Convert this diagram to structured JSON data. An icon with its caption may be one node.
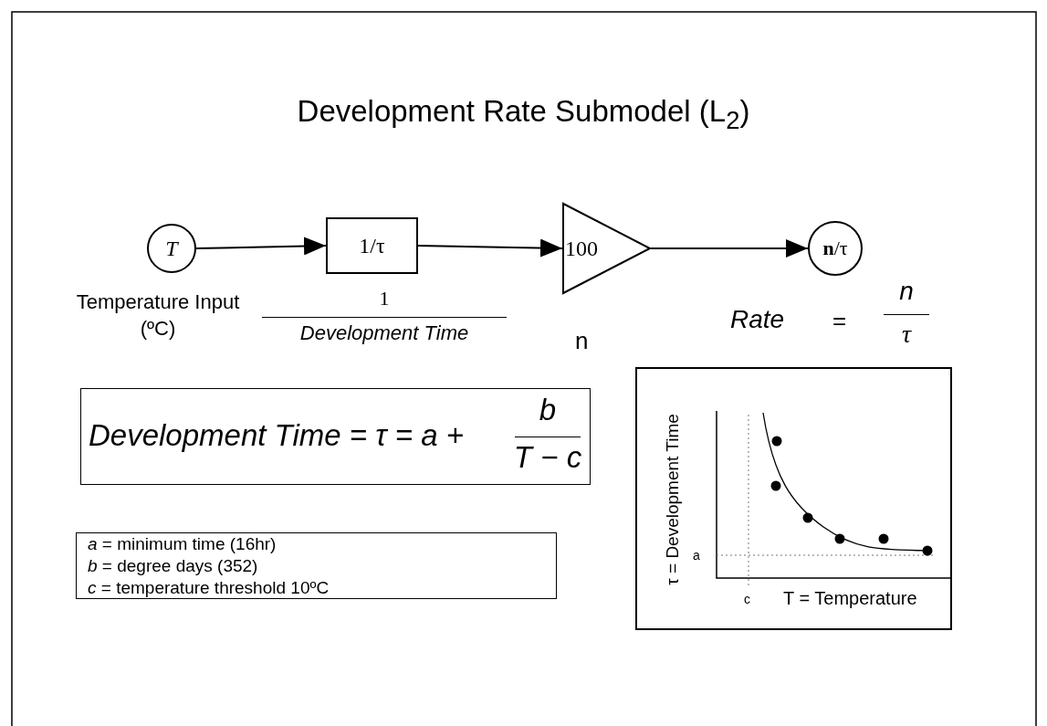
{
  "diagram": {
    "title": "Development Rate Submodel  (L$_{2}$)",
    "nodes": [
      {
        "text": [
          "T"
        ],
        "beside": [
          "Temperature Input (ºC)"
        ]
      },
      {
        "text": [
          "1/τ"
        ],
        "beside": [
          "1",
          "Development Time"
        ]
      },
      {
        "text": [
          "100"
        ],
        "beside": [
          "n"
        ]
      },
      {
        "text": [
          "**n**/τ"
        ]
      },
      {
        "text": [
          "Development Time = τ = a +",
          "b",
          "T − c"
        ]
      },
      {
        "text": [
          "*a* = minimum time  (16hr)",
          "*b* = degree days  (352)",
          "*c* = temperature threshold 10ºC"
        ]
      },
      {
        "text": [
          "τ = Development Time",
          "a",
          "c",
          "T = Temperature"
        ]
      }
    ],
    "edges": [
      {
        "from": 0,
        "to": 1,
        "arrow": "to"
      },
      {
        "from": 1,
        "to": 2,
        "arrow": "to"
      },
      {
        "from": 2,
        "to": 3,
        "arrow": "to"
      }
    ],
    "labels": [
      "Rate",
      "=",
      "n",
      "τ"
    ]
  }
}
